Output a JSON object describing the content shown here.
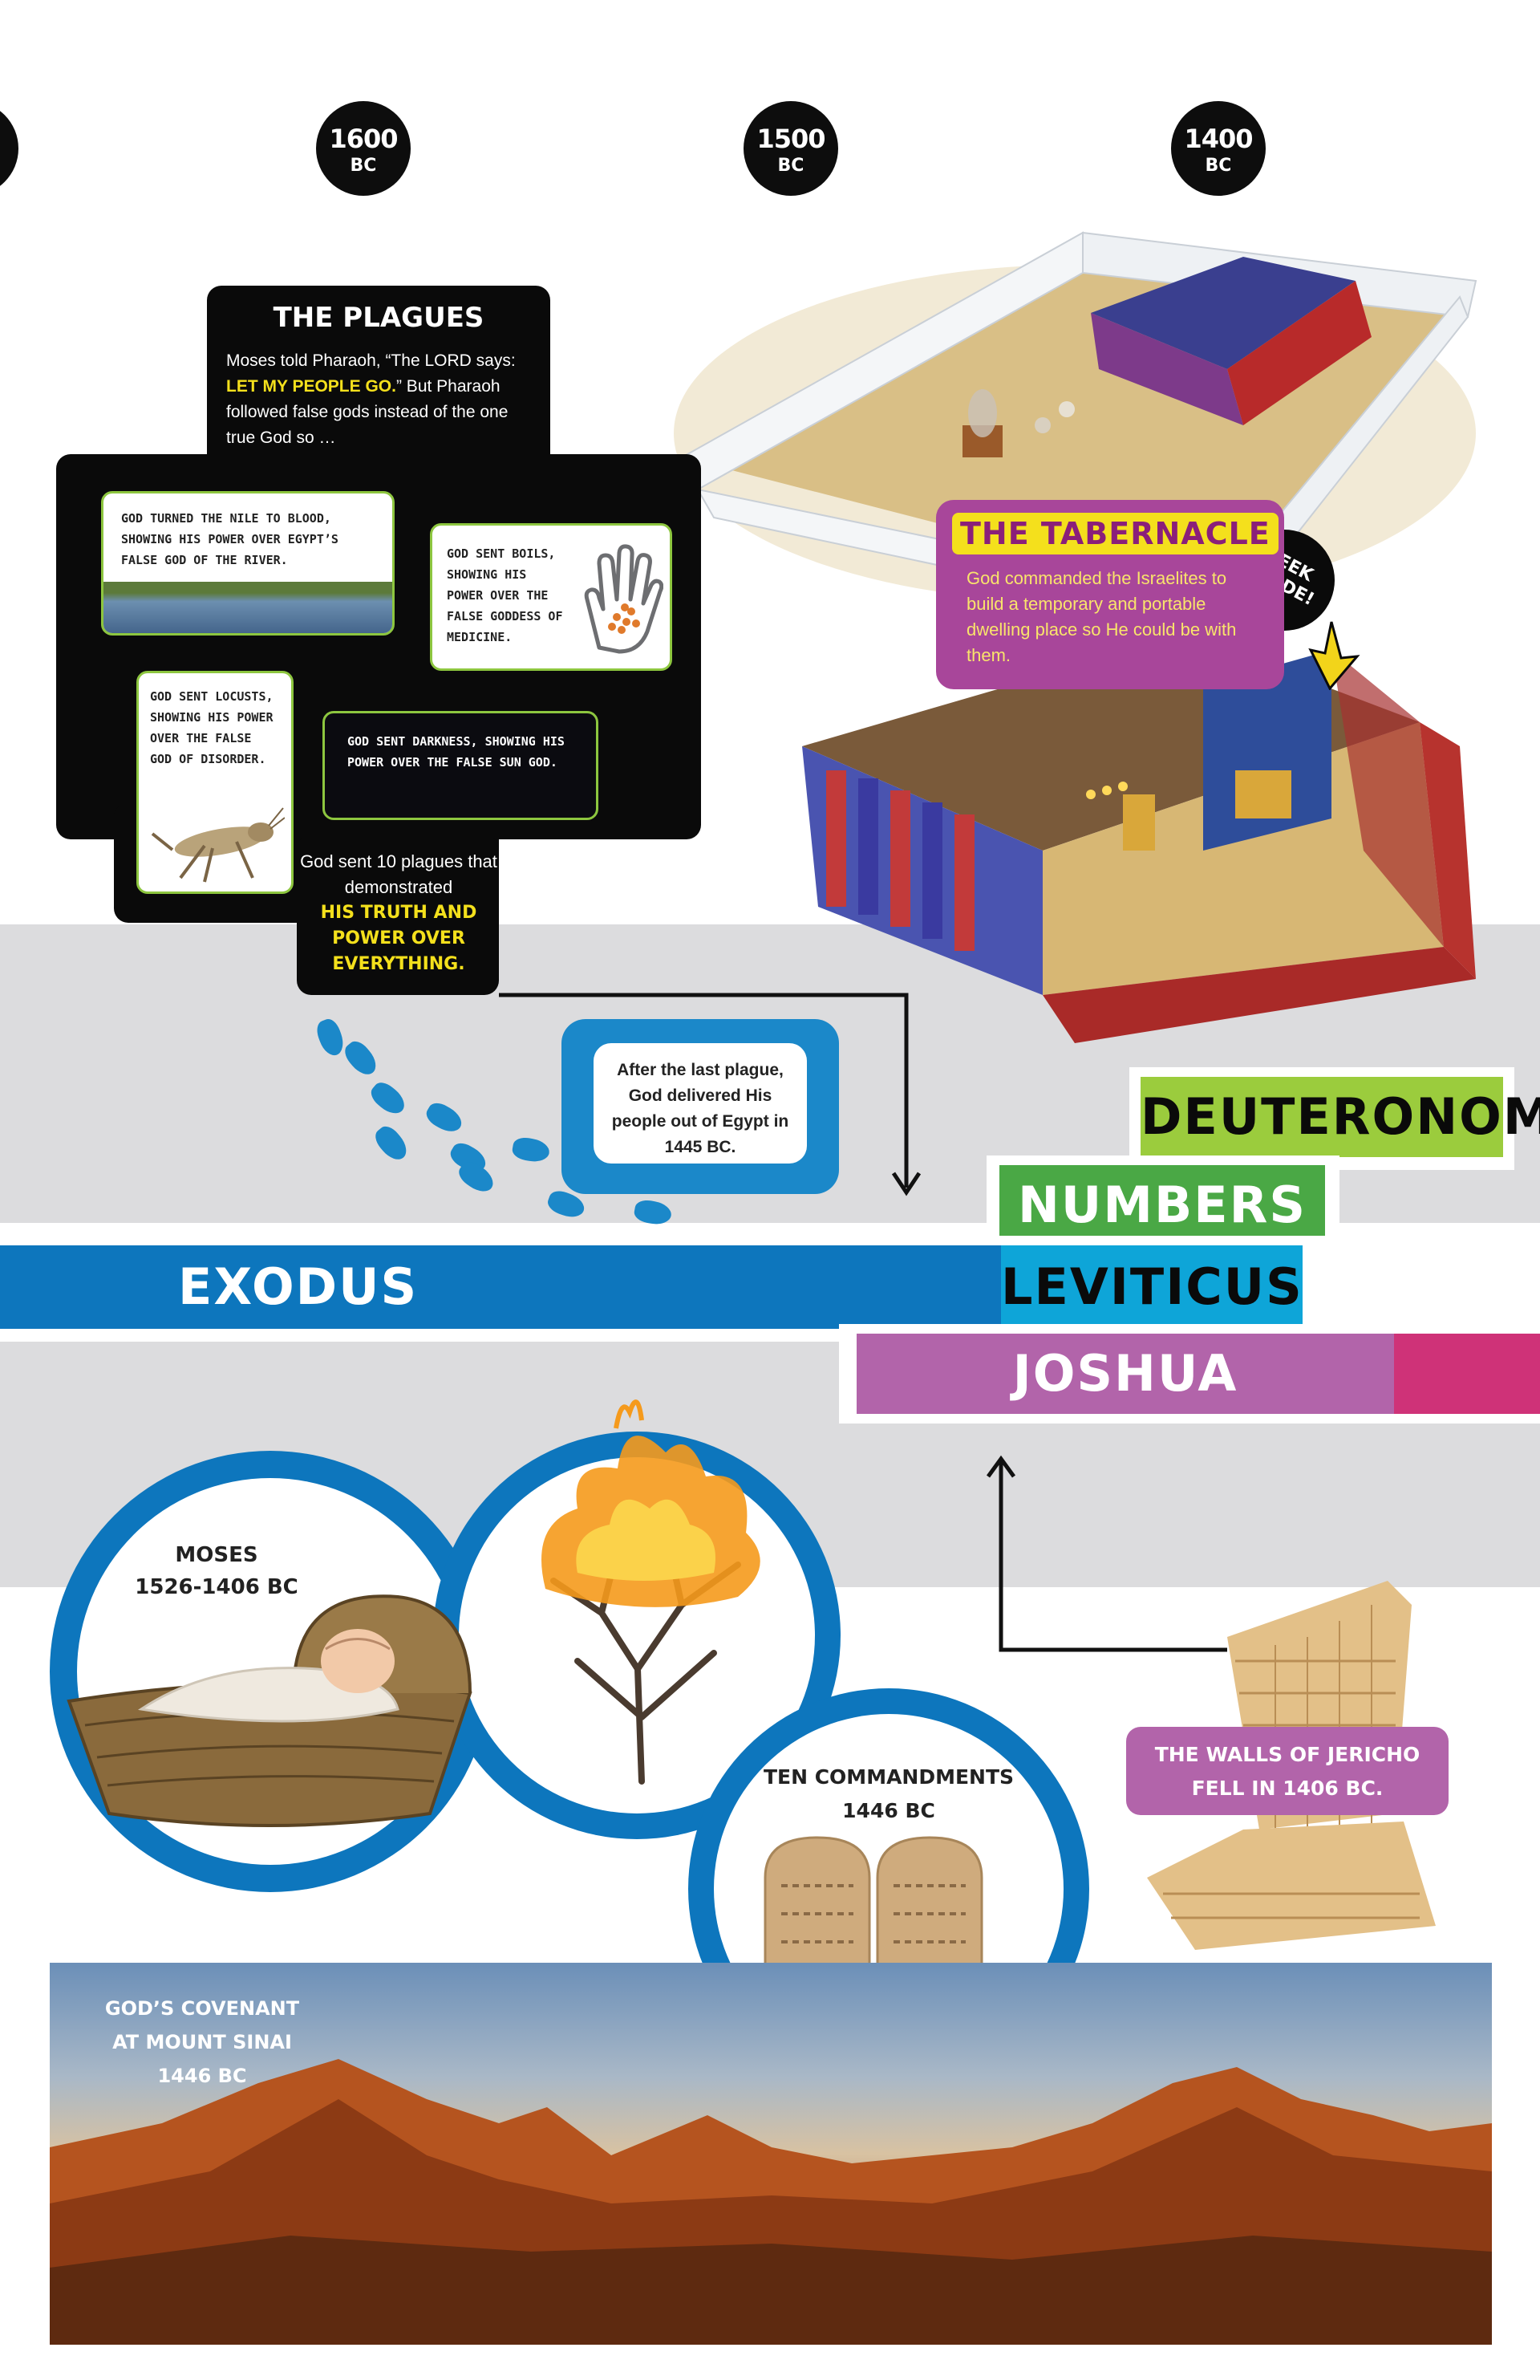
{
  "timeline": {
    "markers": [
      {
        "year": "1600",
        "unit": "BC"
      },
      {
        "year": "1500",
        "unit": "BC"
      },
      {
        "year": "1400",
        "unit": "BC"
      }
    ]
  },
  "plagues": {
    "title": "THE PLAGUES",
    "intro_before": "Moses told Pharaoh, “The LORD says: ",
    "intro_highlight": "LET MY PEOPLE GO.",
    "intro_after": "” But Pharaoh followed false gods instead of the one true God so …",
    "cards": [
      {
        "text": "GOD TURNED THE NILE TO BLOOD, SHOWING HIS POWER OVER EGYPT’S FALSE GOD OF THE RIVER."
      },
      {
        "text": "GOD SENT BOILS, SHOWING HIS POWER OVER THE FALSE GODDESS OF MEDICINE."
      },
      {
        "text": "GOD SENT LOCUSTS, SHOWING HIS POWER OVER THE FALSE GOD OF DISORDER."
      },
      {
        "text": "GOD SENT DARKNESS, SHOWING HIS POWER OVER THE FALSE SUN GOD."
      }
    ],
    "summary_before": "God sent 10 plagues that demonstrated",
    "summary_highlight": "HIS TRUTH AND POWER OVER EVERYTHING."
  },
  "tabernacle": {
    "title": "THE TABERNACLE",
    "text": "God commanded the Israelites to build a temporary and portable dwelling place so He could be with them.",
    "peek": "PEEK INSIDE!"
  },
  "delivery": {
    "text": "After the last plague, God delivered His people out of Egypt in 1445 BC."
  },
  "books": {
    "deuteronomy": "DEUTERONOMY",
    "numbers": "NUMBERS",
    "exodus": "EXODUS",
    "leviticus": "LEVITICUS",
    "joshua": "JOSHUA"
  },
  "moses": {
    "name": "MOSES",
    "dates": "1526-1406 BC"
  },
  "commandments": {
    "title": "TEN COMMANDMENTS",
    "date": "1446 BC"
  },
  "jericho": {
    "text": "THE WALLS OF JERICHO FELL IN 1406 BC."
  },
  "sinai": {
    "line1": "GOD’S COVENANT",
    "line2": "AT MOUNT SINAI",
    "line3": "1446 BC"
  },
  "colors": {
    "exodus_blue": "#0d76bd",
    "leviticus_cyan": "#0ea5d8",
    "numbers_green": "#4aa845",
    "deuteronomy_lime": "#9bcc3d",
    "joshua_purple": "#b264aa",
    "accent_magenta": "#cf3278",
    "highlight_yellow": "#f4e01c",
    "tabernacle_purple": "#a8469a"
  }
}
